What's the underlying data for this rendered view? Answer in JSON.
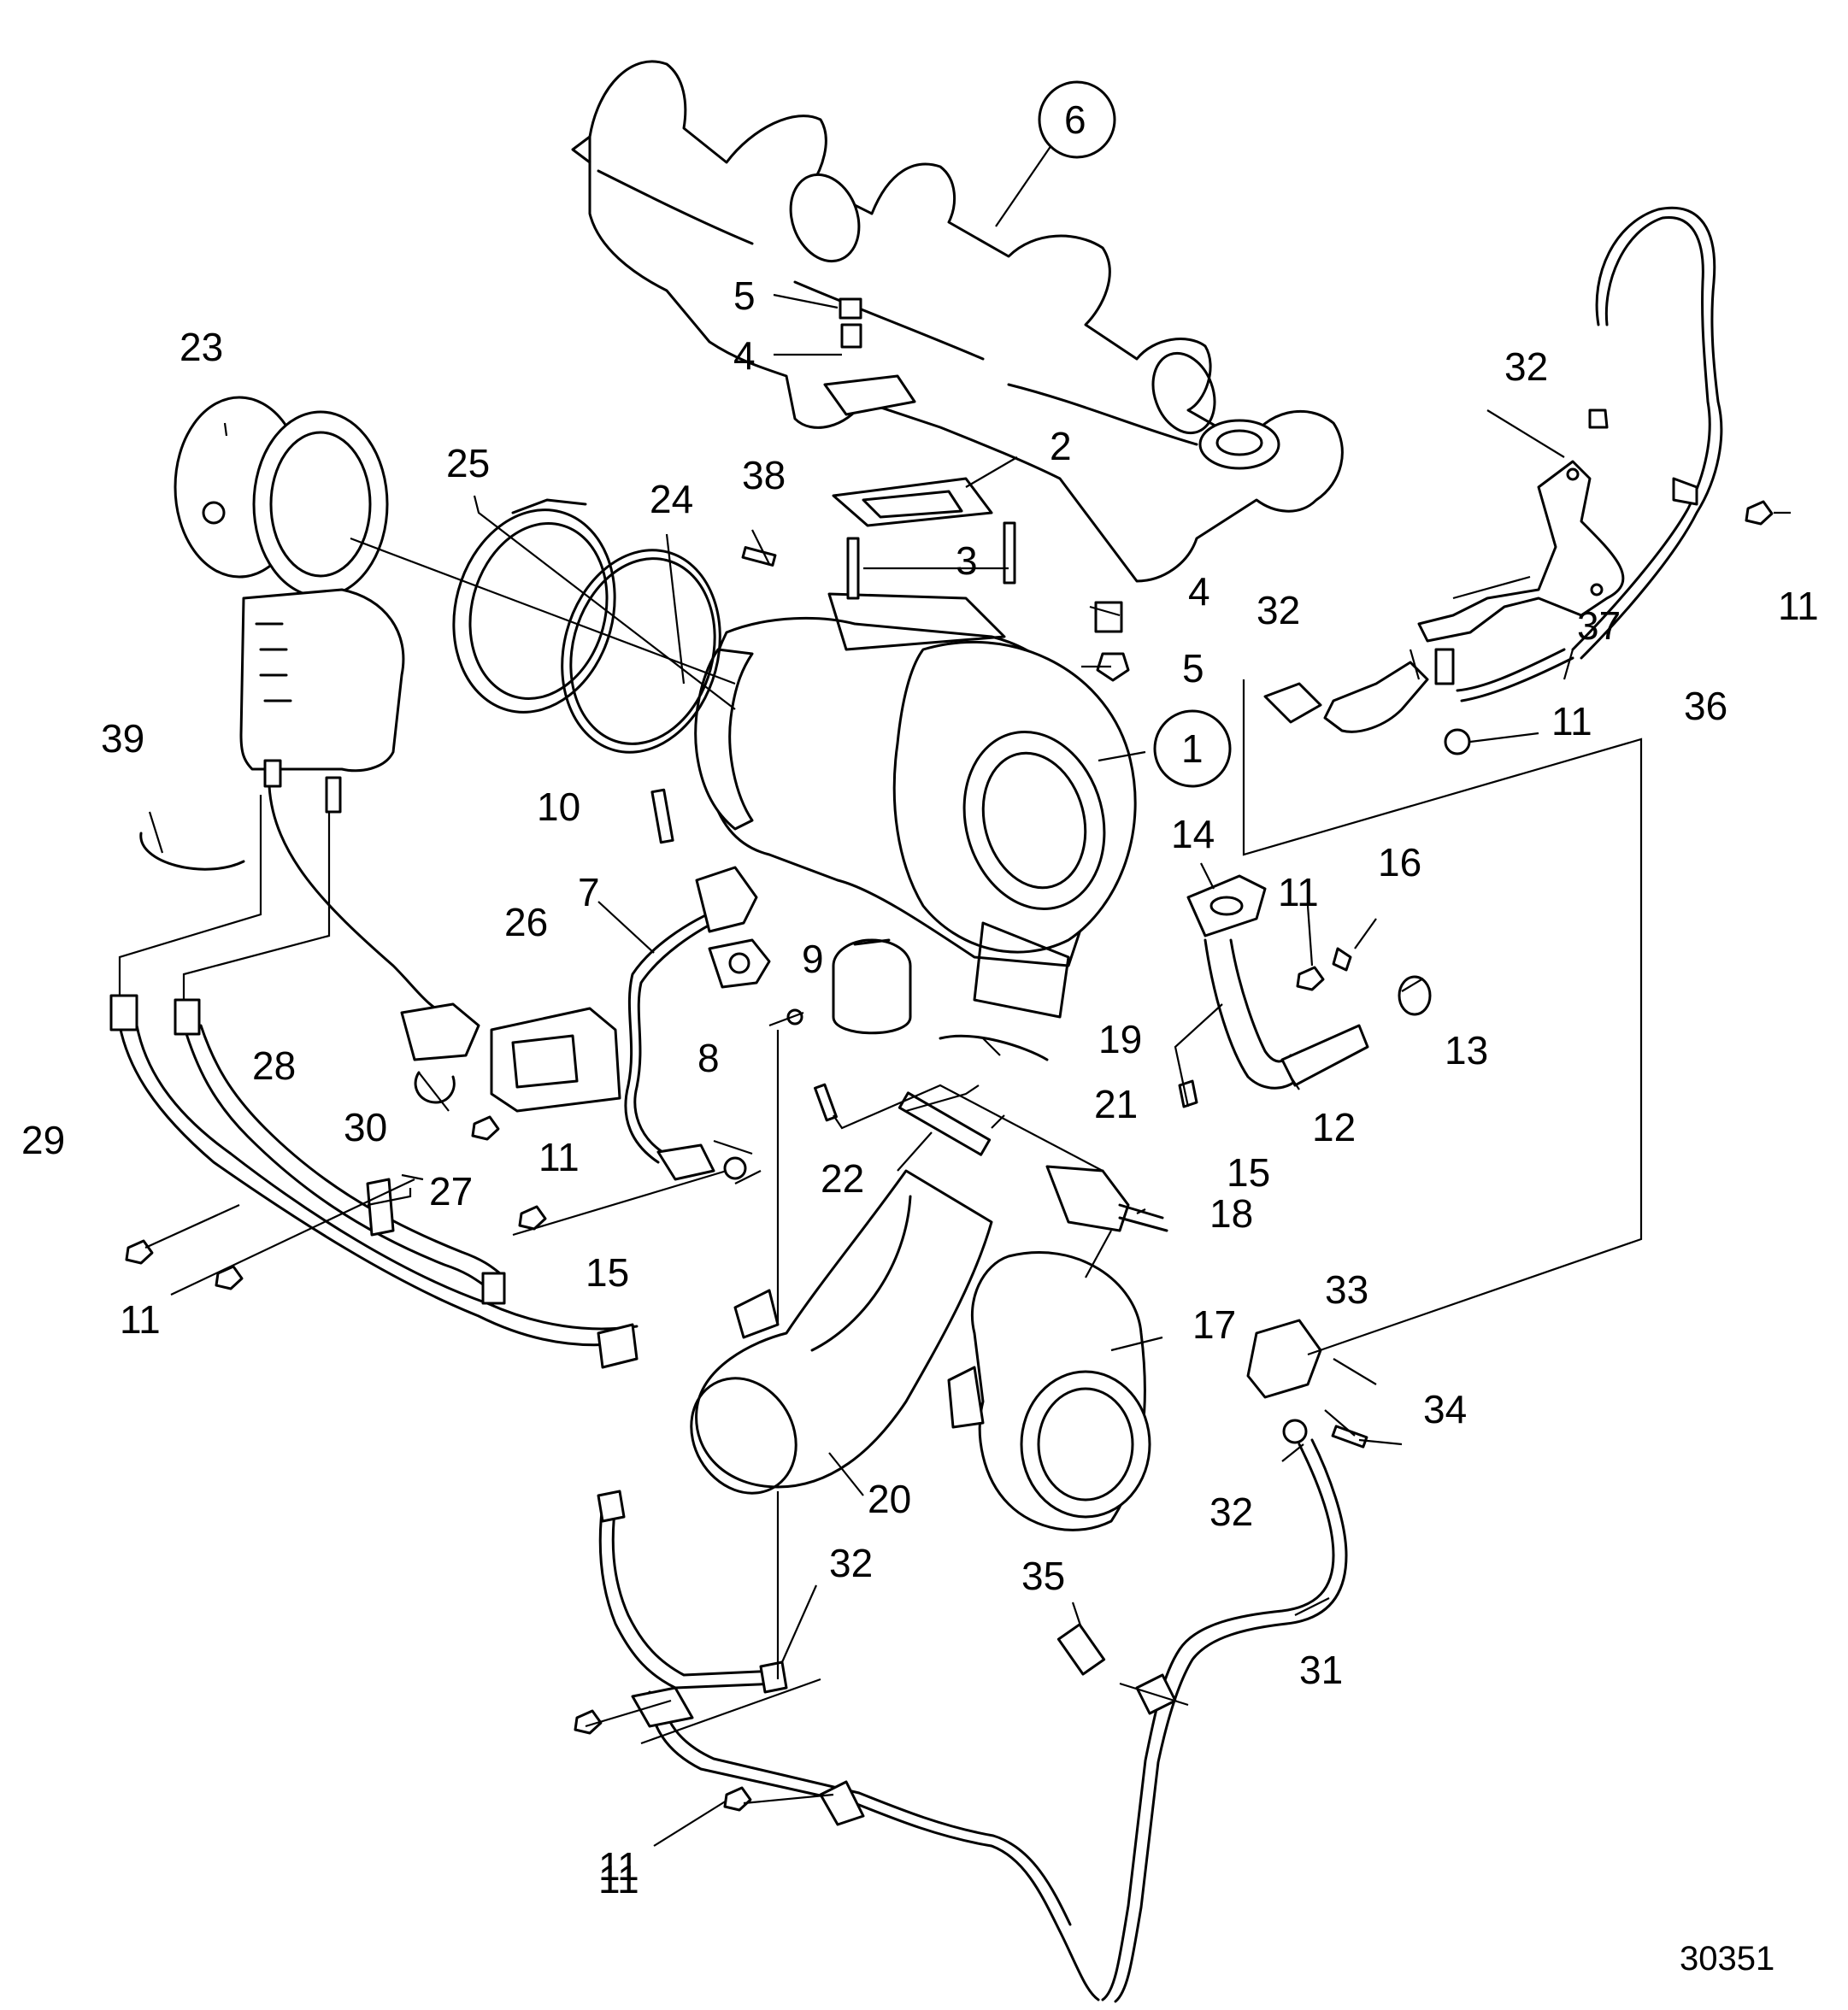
{
  "figure_number": "30351",
  "callouts": {
    "c1": "1",
    "c2": "2",
    "c3": "3",
    "c4a": "4",
    "c4b": "4",
    "c5a": "5",
    "c5b": "5",
    "c6": "6",
    "c7": "7",
    "c8": "8",
    "c9": "9",
    "c10": "10",
    "c11a": "11",
    "c11b": "11",
    "c11c": "11",
    "c11d": "11",
    "c11e": "11",
    "c11f": "11",
    "c11g": "11",
    "c12": "12",
    "c13": "13",
    "c14": "14",
    "c15a": "15",
    "c15b": "15",
    "c16": "16",
    "c17": "17",
    "c18": "18",
    "c19": "19",
    "c20": "20",
    "c21": "21",
    "c22": "22",
    "c23": "23",
    "c24": "24",
    "c25": "25",
    "c26": "26",
    "c27": "27",
    "c28": "28",
    "c29": "29",
    "c30": "30",
    "c31": "31",
    "c32a": "32",
    "c32b": "32",
    "c32c": "32",
    "c32d": "32",
    "c33": "33",
    "c34": "34",
    "c35": "35",
    "c36": "36",
    "c37": "37",
    "c38": "38",
    "c39": "39"
  }
}
